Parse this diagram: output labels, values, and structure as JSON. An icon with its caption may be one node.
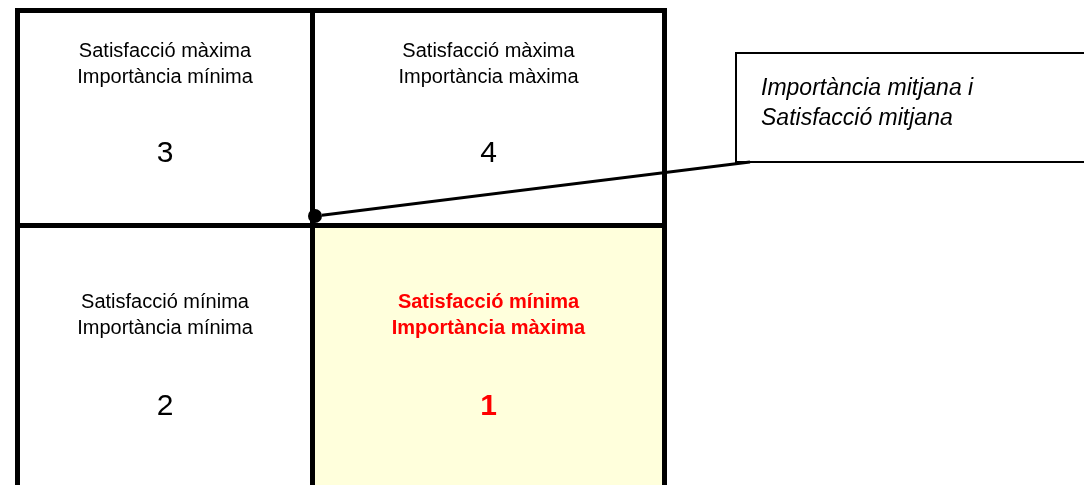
{
  "diagram": {
    "nodes": [
      {
        "text": [
          "Satisfacció màxima Importància mínima",
          "3"
        ]
      },
      {
        "text": [
          "Satisfacció màxima Importància màxima",
          "4"
        ]
      },
      {
        "text": [
          "Satisfacció mínima Importància mínima",
          "2"
        ]
      },
      {
        "text": [
          "Satisfacció mínima Importància màxima",
          "1"
        ]
      },
      {
        "text": [
          "Importància mitjana i Satisfacció mitjana"
        ]
      },
      {
        "text": [],
        "shape": "circle"
      }
    ],
    "edges": [
      {
        "from": 4,
        "to": 5,
        "arrow": "none"
      }
    ]
  }
}
